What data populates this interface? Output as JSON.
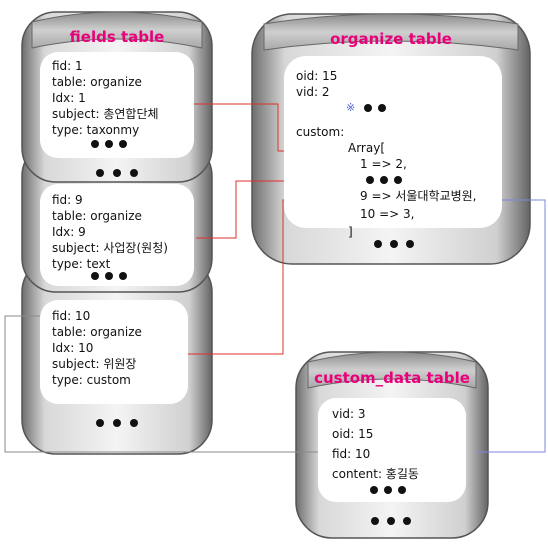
{
  "fields_table": {
    "title": "fields table",
    "records": [
      {
        "fid": "fid: 1",
        "table": "table: organize",
        "idx": "Idx: 1",
        "subject": "subject: 총연합단체",
        "type": "type: taxonmy"
      },
      {
        "fid": "fid: 9",
        "table": "table: organize",
        "idx": "Idx: 9",
        "subject": "subject: 사업장(원청)",
        "type": "type: text"
      },
      {
        "fid": "fid: 10",
        "table": "table: organize",
        "idx": "Idx: 10",
        "subject": "subject: 위원장",
        "type": "type: custom"
      }
    ]
  },
  "organize_table": {
    "title": "organize table",
    "lines": [
      "oid: 15",
      "vid: 2",
      "custom:",
      "Array[",
      "1 => 2,",
      "9 => 서울대학교병원,",
      "10 => 3,",
      "]"
    ],
    "marker": "※"
  },
  "custom_data_table": {
    "title": "custom_data table",
    "lines": [
      "vid: 3",
      "oid: 15",
      "fid: 10",
      "content: 홍길동"
    ]
  },
  "colors": {
    "title_pink": "#e8007a",
    "link_red": "#e0302a",
    "link_blue": "#7b84e0",
    "link_gray": "#8a8a8a",
    "panel_gray": "#9a9a9a"
  }
}
